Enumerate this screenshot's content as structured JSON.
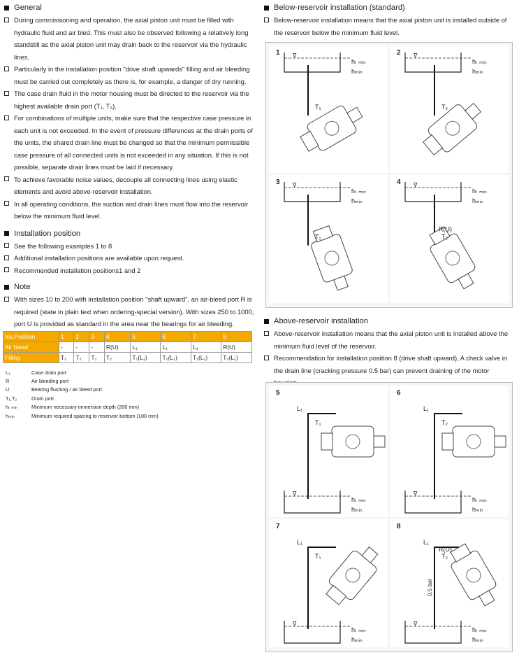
{
  "left": {
    "general_heading": "General",
    "general_bullets": [
      "During commissioning and operation, the axial piston unit must be filled with hydraulic fluid and air bled. This must also be observed following a relatively long standstill as the axial piston unit may drain back to the reservoir via the hydraulic lines.",
      "Particularly in the installation position \"drive shaft upwards\" filling and air bleeding must be carried out completely as there is, for example, a danger of dry running.",
      "The case drain fluid in the motor housing must be directed to the reservoir via the highest available drain port (T₁, T₂).",
      "For combinations of multiple units, make sure that the respective case pressure in each unit is not exceeded. In the event of pressure differences at the drain ports of the units, the shared drain line must be changed so that the minimum permissible case pressure of all connected units is not exceeded in any situation. If this is not possible, separate drain lines must be laid if necessary.",
      "To achieve favorable noise values, decouple all connecting lines using elastic elements and avoid above-reservoir installation.",
      "In all operating conditions, the suction and drain lines must flow into the reservoir below the minimum fluid level."
    ],
    "install_heading": "Installation position",
    "install_bullets": [
      "See the following examples 1 to 8",
      "Additional installation positions are available upon request.",
      "Recommended installation positions1 and 2"
    ],
    "note_heading": "Note",
    "note_bullets": [
      "With sizes 10 to 200 with installation position \"shaft upward\", an air-bleed port R is required (state in plain text when ordering-special version). With sizes 250 to 1000, port U is provided as standard in the area near the bearings for air bleeding."
    ],
    "table": {
      "header": [
        "Ins.Position",
        "1",
        "2",
        "3",
        "4",
        "5",
        "6",
        "7",
        "8"
      ],
      "rows": [
        [
          "Air bleed",
          "-",
          "-",
          "-",
          "R(U)",
          "L₁",
          "L₁",
          "L₁",
          "R(U)"
        ],
        [
          "Filling",
          "T₁",
          "T₂",
          "T₁",
          "T₂",
          "T₁(L₁)",
          "T₂(L₁)",
          "T₁(L₁)",
          "T₂(L₁)"
        ]
      ]
    },
    "legend": [
      {
        "k": "L₁",
        "v": "Case drain port"
      },
      {
        "k": "R",
        "v": "Air bleeding port"
      },
      {
        "k": "U",
        "v": "Bearing flushing / air bleed port"
      },
      {
        "k": "T₁,T₂",
        "v": "Drain port"
      },
      {
        "k": "hₜ ₘᵢₙ",
        "v": "Minimum necessary immersion depth (200 mm)"
      },
      {
        "k": "hₘᵢₙ",
        "v": "Minimum required spacing to reservoir bottom (100 mm)"
      }
    ]
  },
  "right": {
    "below_heading": "Below-reservoir installation (standard)",
    "below_bullets": [
      "Below-reservoir installation means that the axial piston unit is installed outside of the reservoir below the minimum fluid level."
    ],
    "above_heading": "Above-reservoir installation",
    "above_bullets": [
      "Above-reservoir installation means that the axial piston unit is installed above the minimum fluid level of the reservoir.",
      "Recommendation for installation position 8 (drive shaft upward), A check valve in the drain line (cracking pressure 0.5 bar) can prevent draining of the motor housing."
    ],
    "figures": [
      {
        "n": "1",
        "port": "T₁"
      },
      {
        "n": "2",
        "port": "T₂"
      },
      {
        "n": "3",
        "port": "T₁"
      },
      {
        "n": "4",
        "port": "T₂",
        "extra": "R(U)"
      },
      {
        "n": "5",
        "port": "T₁",
        "line": "L₁"
      },
      {
        "n": "6",
        "port": "T₂",
        "line": "L₁"
      },
      {
        "n": "7",
        "port": "T₁",
        "line": "L₁"
      },
      {
        "n": "8",
        "port": "T₂",
        "line": "L₁",
        "extra": "R(U)",
        "valve": "0,5 bar"
      }
    ],
    "ht_label": "hₜ ₘᵢₙ",
    "hmin_label": "hₘᵢₙ",
    "level_symbol": "∇"
  }
}
